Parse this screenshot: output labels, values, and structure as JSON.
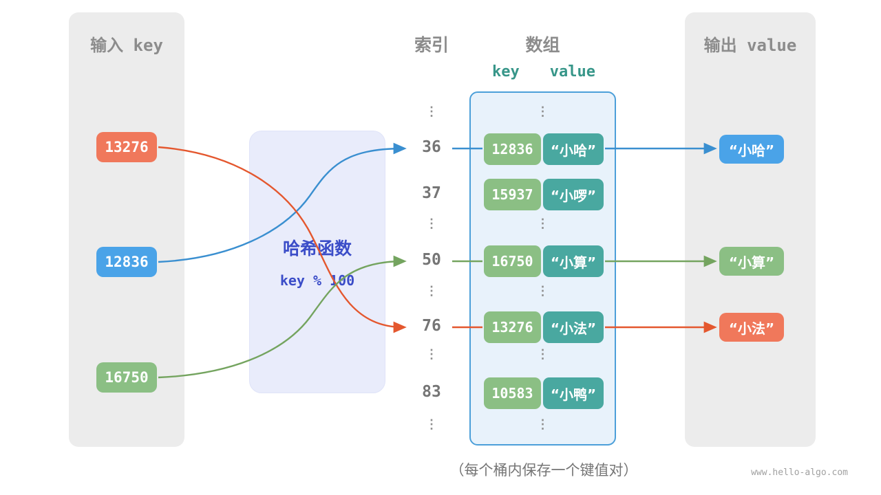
{
  "diagram": {
    "left_panel": {
      "title": "输入 key",
      "keys": [
        "13276",
        "12836",
        "16750"
      ]
    },
    "hash_box": {
      "title": "哈希函数",
      "formula": "key % 100"
    },
    "index_column": {
      "title": "索引",
      "items": [
        "⋮",
        "36",
        "37",
        "⋮",
        "50",
        "⋮",
        "76",
        "⋮",
        "83",
        "⋮"
      ]
    },
    "array": {
      "title": "数组",
      "key_header": "key",
      "value_header": "value",
      "ellipsis": "⋮",
      "buckets": [
        {
          "key": "12836",
          "value": "“小哈”"
        },
        {
          "key": "15937",
          "value": "“小啰”"
        },
        {
          "key": "16750",
          "value": "“小算”"
        },
        {
          "key": "13276",
          "value": "“小法”"
        },
        {
          "key": "10583",
          "value": "“小鸭”"
        }
      ]
    },
    "right_panel": {
      "title": "输出 value",
      "outputs": [
        "“小哈”",
        "“小算”",
        "“小法”"
      ]
    },
    "caption": "（每个桶内保存一个键值对）",
    "watermark": "www.hello-algo.com",
    "colors": {
      "orange": "#f0785b",
      "blue": "#4aa3e8",
      "green": "#8bbf84",
      "teal": "#49a8a0",
      "arrow_blue": "#3a8fd0",
      "arrow_green": "#74a45f",
      "arrow_orange": "#e4572e",
      "hash_text": "#3b4dc8",
      "panel_bg": "#ececec",
      "array_border": "#4b9fd9",
      "array_bg": "#e8f2fb"
    }
  }
}
